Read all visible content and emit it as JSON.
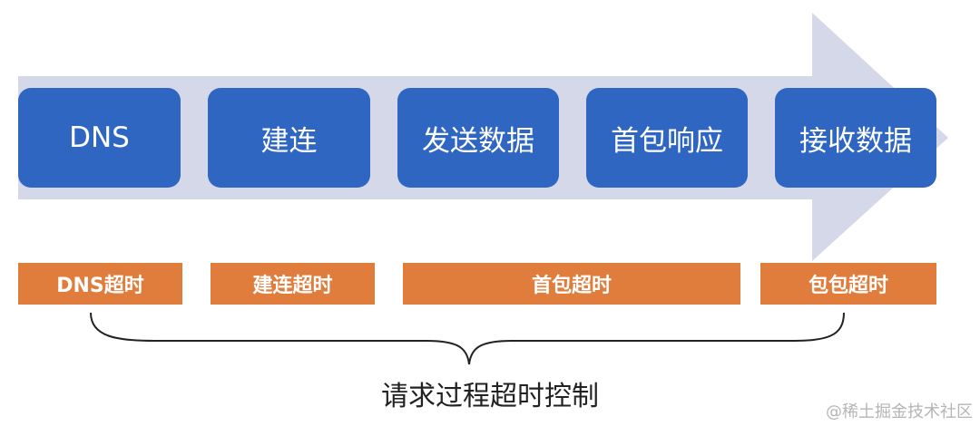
{
  "colors": {
    "arrow": "#d4d8e8",
    "step": "#2f66c2",
    "timeout_bar": "#e07d3c"
  },
  "steps": [
    {
      "label": "DNS"
    },
    {
      "label": "建连"
    },
    {
      "label": "发送数据"
    },
    {
      "label": "首包响应"
    },
    {
      "label": "接收数据"
    }
  ],
  "timeouts": [
    {
      "label": "DNS超时"
    },
    {
      "label": "建连超时"
    },
    {
      "label": "首包超时"
    },
    {
      "label": "包包超时"
    }
  ],
  "caption": "请求过程超时控制",
  "watermark": "@稀土掘金技术社区"
}
